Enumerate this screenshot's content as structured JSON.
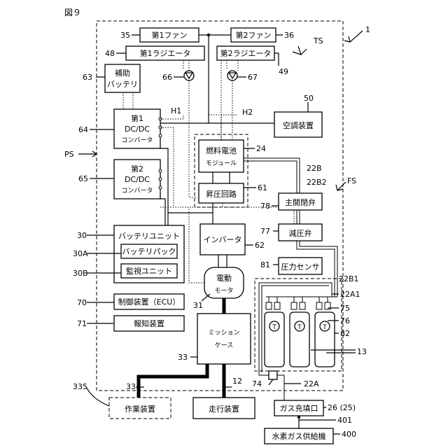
{
  "figure_title": "図９",
  "refs": {
    "r1": "1",
    "ts": "TS",
    "ps": "PS",
    "fs": "FS",
    "r35": "35",
    "r36": "36",
    "r48": "48",
    "r49": "49",
    "r63": "63",
    "r66": "66",
    "r67": "67",
    "r50": "50",
    "h1": "H1",
    "h2": "H2",
    "r64": "64",
    "r24": "24",
    "r65": "65",
    "r61": "61",
    "r22b": "22B",
    "r22b2": "22B2",
    "r78": "78",
    "r30": "30",
    "r77": "77",
    "r62": "62",
    "r30a": "30A",
    "r30b": "30B",
    "r81": "81",
    "r22b1": "22B1",
    "r70": "70",
    "r31": "31",
    "r22a1": "22A1",
    "r75": "75",
    "r71": "71",
    "r76": "76",
    "r82": "82",
    "r13": "13",
    "r33": "33",
    "r74": "74",
    "r22a": "22A",
    "r335": "335",
    "r334": "334",
    "r12": "12",
    "r26": "26 (25)",
    "r401": "401",
    "r400": "400"
  },
  "blocks": {
    "fan1": "第1ファン",
    "fan2": "第2ファン",
    "radiator1": "第1ラジエータ",
    "radiator2": "第2ラジエータ",
    "aux_battery_l1": "補助",
    "aux_battery_l2": "バッテリ",
    "ac_unit": "空調装置",
    "dcdc1_l1": "第1",
    "dcdc1_l2": "DC/DC",
    "dcdc1_l3": "コンバータ",
    "dcdc2_l1": "第2",
    "dcdc2_l2": "DC/DC",
    "dcdc2_l3": "コンバータ",
    "fc_module_l1": "燃料電池",
    "fc_module_l2": "モジュール",
    "boost_circuit": "昇圧回路",
    "main_valve": "主開閉弁",
    "battery_unit": "バッテリユニット",
    "battery_pack": "バッテリパック",
    "monitor_unit": "監視ユニット",
    "inverter": "インバータ",
    "reducer_valve": "減圧弁",
    "pressure_sensor": "圧力センサ",
    "motor_l1": "電動",
    "motor_l2": "モータ",
    "ecu": "制御装置（ECU）",
    "notifier": "報知装置",
    "mission_l1": "ミッション",
    "mission_l2": "ケース",
    "work_device": "作業装置",
    "travel_device": "走行装置",
    "gas_port": "ガス充填口",
    "hydrogen_supplier": "水素ガス供給機",
    "tank_mark": "T"
  }
}
